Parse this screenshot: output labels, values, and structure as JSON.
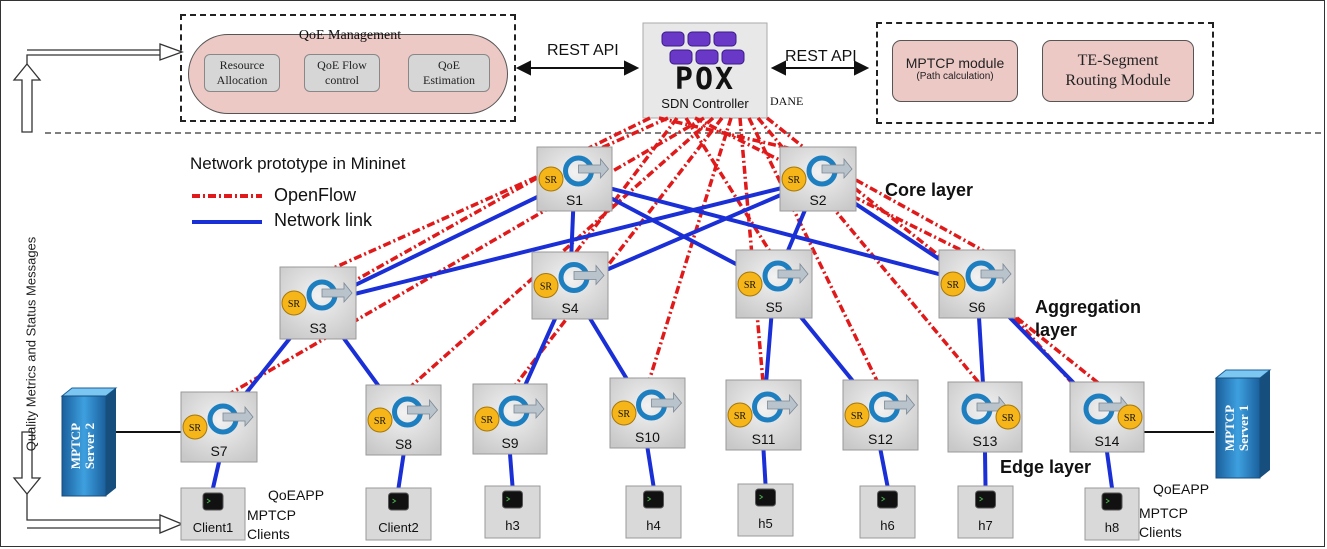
{
  "side_text": "Quality Metrics and Status Messages",
  "qoe_management": {
    "title": "QoE Management",
    "items": [
      {
        "line1": "Resource",
        "line2": "Allocation"
      },
      {
        "line1": "QoE Flow",
        "line2": "control"
      },
      {
        "line1": "QoE",
        "line2": "Estimation"
      }
    ]
  },
  "rest_api_left": "REST API",
  "rest_api_right": "REST API",
  "controller": {
    "logo": "POX",
    "label": "SDN Controller",
    "dane": "DANE"
  },
  "dane_box": {
    "mptcp_title": "MPTCP module",
    "mptcp_sub": "(Path calculation)",
    "te_line1": "TE-Segment",
    "te_line2": "Routing Module"
  },
  "legend": {
    "title": "Network prototype in Mininet",
    "openflow": "OpenFlow",
    "network_link": "Network link"
  },
  "layers": {
    "core": "Core layer",
    "aggregation_line1": "Aggregation",
    "aggregation_line2": "layer",
    "edge": "Edge layer"
  },
  "sr_badge": "SR",
  "switches": [
    "S1",
    "S2",
    "S3",
    "S4",
    "S5",
    "S6",
    "S7",
    "S8",
    "S9",
    "S10",
    "S11",
    "S12",
    "S13",
    "S14"
  ],
  "hosts": [
    "Client1",
    "Client2",
    "h3",
    "h4",
    "h5",
    "h6",
    "h7",
    "h8"
  ],
  "left_client": {
    "app": "QoEAPP",
    "line1": "MPTCP",
    "line2": "Clients"
  },
  "right_client": {
    "app": "QoEAPP",
    "line1": "MPTCP",
    "line2": "Clients"
  },
  "server_left": {
    "line1": "MPTCP",
    "line2": "Server 2"
  },
  "server_right": {
    "line1": "MPTCP",
    "line2": "Server 1"
  },
  "colors": {
    "openflow": "#e01a1a",
    "network_link": "#1a2fd6",
    "pink_box": "#edc9c6",
    "switch_fill": "#dcdcdc",
    "sr_badge": "#f6b619",
    "server": "#2e86c9"
  }
}
